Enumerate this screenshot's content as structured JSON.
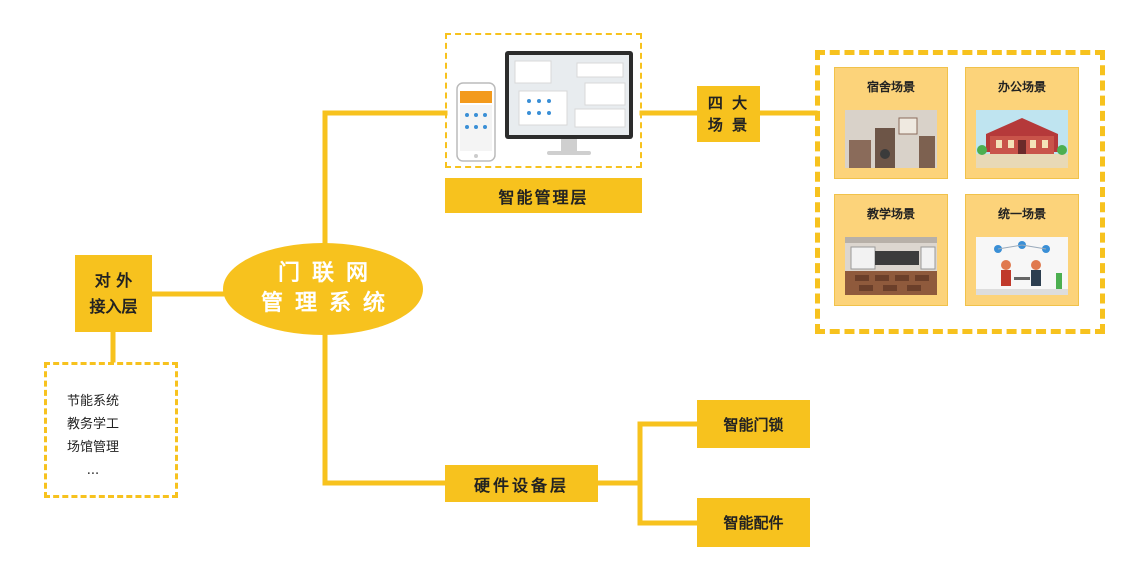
{
  "center": {
    "line1": "门联网",
    "line2": "管理系统"
  },
  "external": {
    "line1": "对 外",
    "line2": "接入层",
    "items": [
      "节能系统",
      "教务学工",
      "场馆管理",
      "..."
    ]
  },
  "smart_layer": {
    "label": "智能管理层"
  },
  "four_scenes": {
    "line1": "四 大",
    "line2": "场 景"
  },
  "scenes": [
    {
      "title": "宿舍场景"
    },
    {
      "title": "办公场景"
    },
    {
      "title": "教学场景"
    },
    {
      "title": "统一场景"
    }
  ],
  "hardware_layer": {
    "label": "硬件设备层"
  },
  "hardware_items": [
    "智能门锁",
    "智能配件"
  ],
  "colors": {
    "accent": "#f7c21e",
    "scene_bg": "#fcd37a"
  }
}
